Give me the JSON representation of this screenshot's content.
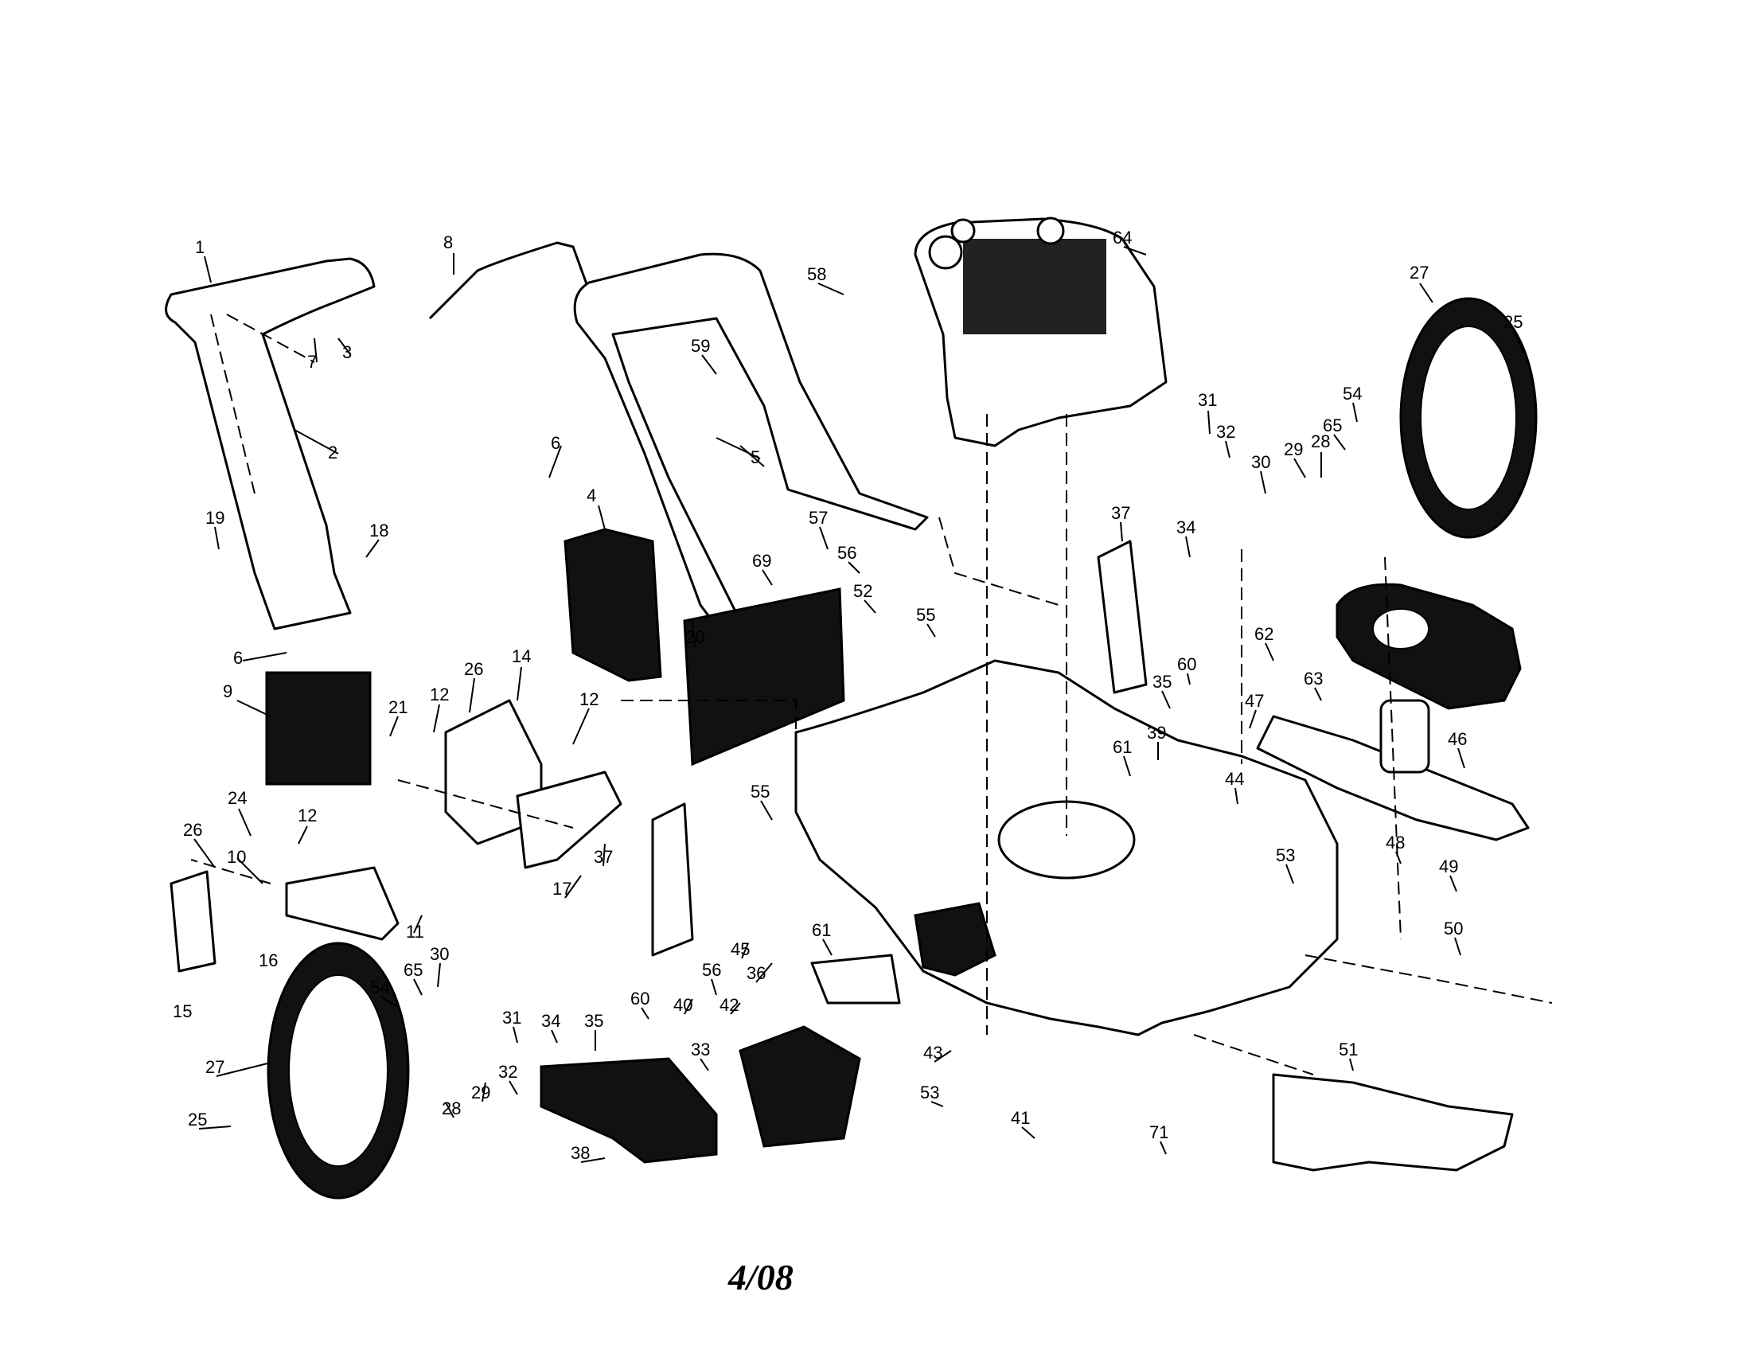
{
  "diagram": {
    "footer_date": "4/08",
    "colors": {
      "ink": "#000000",
      "paper": "#ffffff"
    },
    "callouts": [
      "1",
      "2",
      "3",
      "4",
      "5",
      "6",
      "6",
      "7",
      "8",
      "9",
      "10",
      "11",
      "12",
      "12",
      "12",
      "14",
      "15",
      "16",
      "17",
      "18",
      "19",
      "20",
      "21",
      "24",
      "25",
      "25",
      "26",
      "26",
      "27",
      "27",
      "28",
      "28",
      "29",
      "29",
      "30",
      "30",
      "31",
      "31",
      "32",
      "32",
      "33",
      "34",
      "34",
      "35",
      "35",
      "36",
      "37",
      "37",
      "38",
      "39",
      "40",
      "41",
      "42",
      "43",
      "44",
      "45",
      "46",
      "47",
      "48",
      "49",
      "50",
      "51",
      "52",
      "53",
      "53",
      "54",
      "54",
      "55",
      "55",
      "56",
      "56",
      "57",
      "58",
      "59",
      "60",
      "60",
      "61",
      "61",
      "62",
      "63",
      "64",
      "65",
      "65",
      "69",
      "71"
    ],
    "parts": [
      {
        "id": "handle-upper-left",
        "label": "1"
      },
      {
        "id": "control-cable",
        "label": "2"
      },
      {
        "id": "cable-tie",
        "label": "3"
      },
      {
        "id": "grass-bag-frame",
        "label": "4"
      },
      {
        "id": "handle-upper-right",
        "label": "58"
      },
      {
        "id": "engine",
        "label": "64"
      },
      {
        "id": "deck",
        "label": "44"
      },
      {
        "id": "rear-wheel-right",
        "label": "27"
      },
      {
        "id": "front-wheel-left",
        "label": "27"
      },
      {
        "id": "blade",
        "label": "47"
      },
      {
        "id": "baffle",
        "label": "62"
      },
      {
        "id": "rear-skirt",
        "label": "51"
      },
      {
        "id": "side-discharge",
        "label": "38"
      },
      {
        "id": "mulch-cover",
        "label": "33"
      }
    ]
  }
}
